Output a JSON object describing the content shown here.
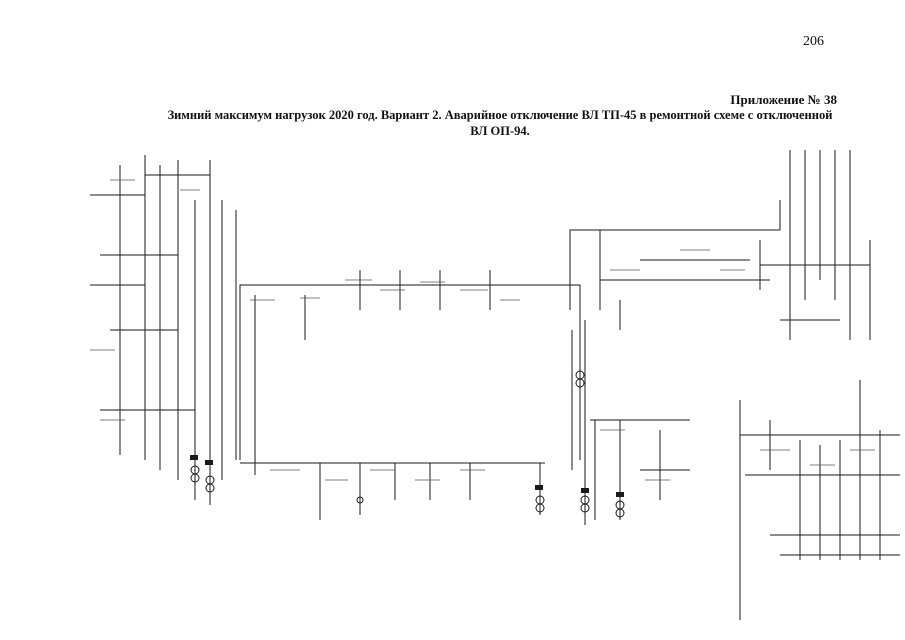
{
  "page_number": "206",
  "appendix_label": "Приложение № 38",
  "title_line1": "Зимний максимум нагрузок 2020 год. Вариант 2. Аварийное отключение ВЛ ТП-45 в ремонтной схеме с отключенной",
  "title_line2": "ВЛ ОП-94.",
  "colors": {
    "ink": "#1a1a1a",
    "paper": "#ffffff"
  }
}
